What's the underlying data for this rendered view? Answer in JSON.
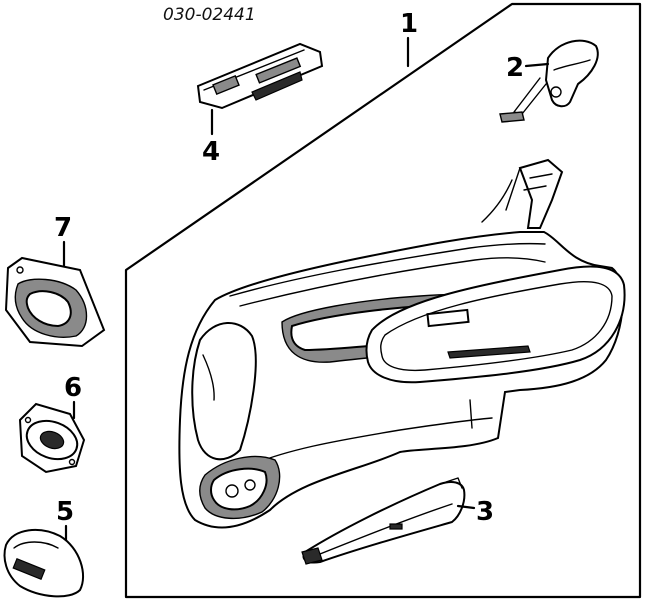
{
  "diagram_id": "030-02441",
  "callouts": {
    "c1": "1",
    "c2": "2",
    "c3": "3",
    "c4": "4",
    "c5": "5",
    "c6": "6",
    "c7": "7"
  },
  "icons": {
    "door_panel": "door-trim-panel-icon",
    "handle": "inner-handle-icon",
    "pocket": "map-pocket-icon",
    "switch": "window-switch-panel-icon",
    "speaker_grille": "speaker-grille-icon",
    "speaker": "speaker-icon",
    "tweeter_bezel": "tweeter-bezel-icon"
  }
}
